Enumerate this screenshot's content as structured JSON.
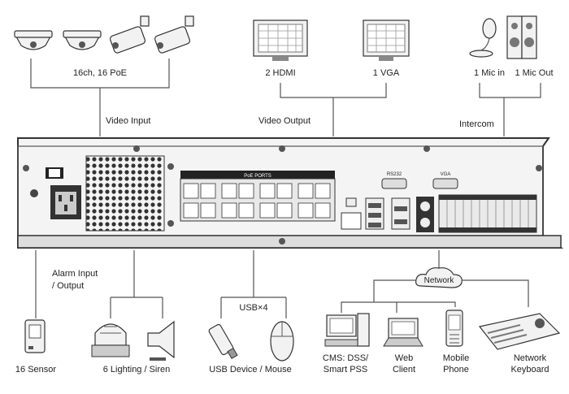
{
  "labels": {
    "cameras": "16ch, 16 PoE",
    "video_input": "Video Input",
    "hdmi": "2 HDMI",
    "vga": "1 VGA",
    "video_output": "Video Output",
    "mic_in": "1 Mic in",
    "mic_out": "1 Mic Out",
    "intercom": "Intercom",
    "alarm_line1": "Alarm Input",
    "alarm_line2": "/ Output",
    "usb": "USB×4",
    "network": "Network",
    "sensor": "16 Sensor",
    "lighting": "6 Lighting / Siren",
    "usb_device": "USB Device / Mouse",
    "cms_line1": "CMS: DSS/",
    "cms_line2": "Smart PSS",
    "web_line1": "Web",
    "web_line2": "Client",
    "mobile_line1": "Mobile",
    "mobile_line2": "Phone",
    "keyboard_line1": "Network",
    "keyboard_line2": "Keyboard",
    "poe_header": "PoE PORTS",
    "rs232": "RS232",
    "vga_port": "VGA"
  },
  "icons": {
    "dome_camera": "dome-camera-icon",
    "bullet_camera": "bullet-camera-icon",
    "monitor": "monitor-icon",
    "microphone": "microphone-icon",
    "speaker": "speaker-icon",
    "sensor": "sensor-icon",
    "lighting": "alarm-light-icon",
    "siren": "siren-icon",
    "usb_stick": "usb-stick-icon",
    "mouse": "mouse-icon",
    "network_cloud": "cloud-icon",
    "pc": "desktop-pc-icon",
    "laptop": "laptop-icon",
    "phone": "mobile-phone-icon",
    "keyboard": "control-keyboard-icon"
  },
  "colors": {
    "line": "#555555",
    "panel": "#f4f4f4",
    "grid": "#cccccc"
  }
}
